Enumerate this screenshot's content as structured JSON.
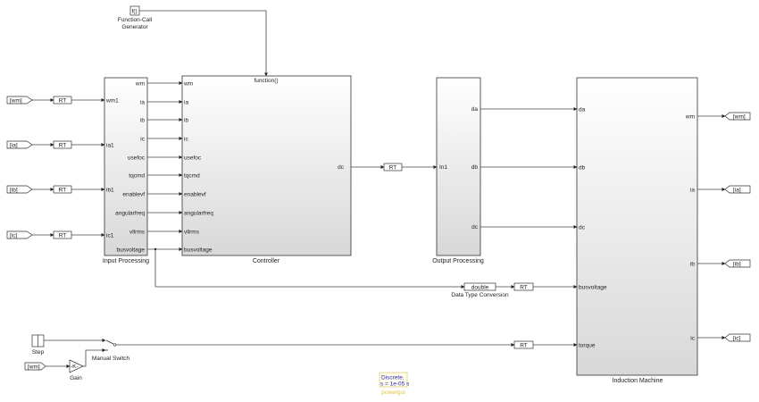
{
  "function_call_generator": {
    "icon_text": "f()",
    "label_line1": "Function-Call",
    "label_line2": "Generator"
  },
  "from_tags": [
    "[wm]",
    "[ia]",
    "[ib]",
    "[ic]"
  ],
  "rate_transition_label": "RT",
  "input_processing": {
    "label": "Input Processing",
    "inputs": [
      "wm1",
      "ia1",
      "ib1",
      "ic1"
    ],
    "outputs": [
      "wm",
      "ia",
      "ib",
      "ic",
      "usefoc",
      "tqcmd",
      "enablevf",
      "angularfreq",
      "vllrms",
      "busvoltage"
    ]
  },
  "controller": {
    "label": "Controller",
    "trigger": "function()",
    "inputs": [
      "wm",
      "ia",
      "ib",
      "ic",
      "usefoc",
      "tqcmd",
      "enablevf",
      "angularfreq",
      "vllrms",
      "busvoltage"
    ],
    "outputs": [
      "dc"
    ]
  },
  "output_processing": {
    "label": "Output Processing",
    "inputs": [
      "In1"
    ],
    "outputs": [
      "da",
      "db",
      "dc"
    ]
  },
  "data_type_conversion": {
    "icon_text": "double",
    "label": "Data Type Conversion"
  },
  "induction_machine": {
    "label": "Induction Machine",
    "inputs": [
      "da",
      "db",
      "dc",
      "busvoltage",
      "torque"
    ],
    "outputs": [
      "wm",
      "ia",
      "ib",
      "ic"
    ]
  },
  "goto_tags": [
    "[wm]",
    "[ia]",
    "[ib]",
    "[ic]"
  ],
  "step": {
    "label": "Step"
  },
  "manual_switch": {
    "label": "Manual Switch"
  },
  "gain": {
    "label": "Gain",
    "icon_text": "-K-",
    "from_tag": "[wm]"
  },
  "powergui": {
    "line1": "Discrete,",
    "line2": "s = 1e-05 s",
    "label": "powergui"
  }
}
